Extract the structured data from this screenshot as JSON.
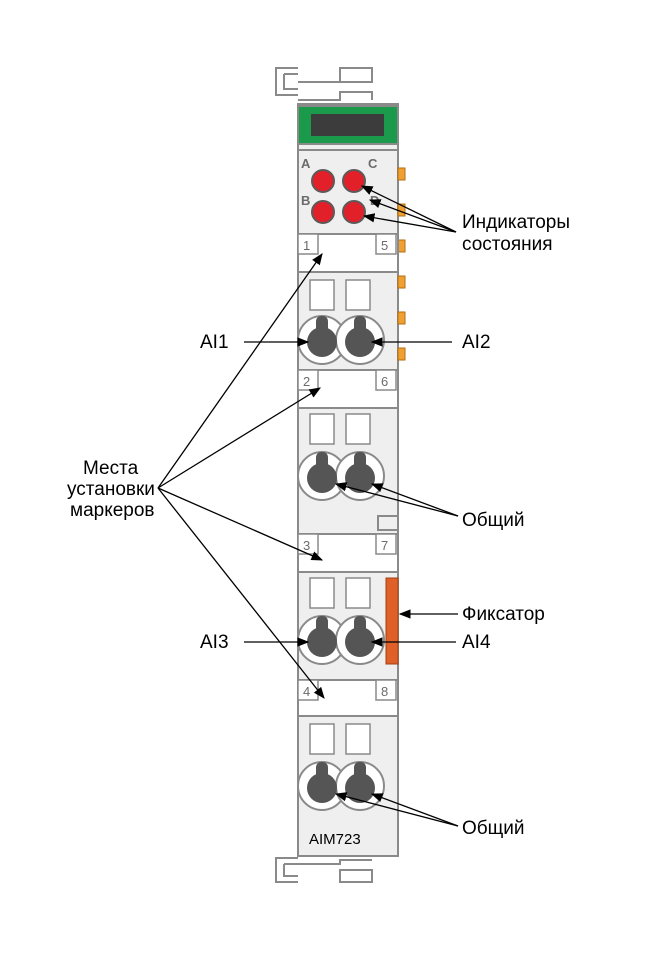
{
  "labels": {
    "status_indicators_line1": "Индикаторы",
    "status_indicators_line2": "состояния",
    "ai1": "AI1",
    "ai2": "AI2",
    "ai3": "AI3",
    "ai4": "AI4",
    "markers_line1": "Места",
    "markers_line2": "установки",
    "markers_line3": "маркеров",
    "common_1": "Общий",
    "common_2": "Общий",
    "latch": "Фиксатор"
  },
  "leds": [
    "A",
    "B",
    "C",
    "D"
  ],
  "slots": [
    {
      "left": "1",
      "right": "5"
    },
    {
      "left": "2",
      "right": "6"
    },
    {
      "left": "3",
      "right": "7"
    },
    {
      "left": "4",
      "right": "8"
    }
  ],
  "model": "AIM723",
  "colors": {
    "top_cover": "#1a9a4a",
    "led": "#e2202a",
    "latch": "#e0602a",
    "tabs": "#f0a030"
  }
}
